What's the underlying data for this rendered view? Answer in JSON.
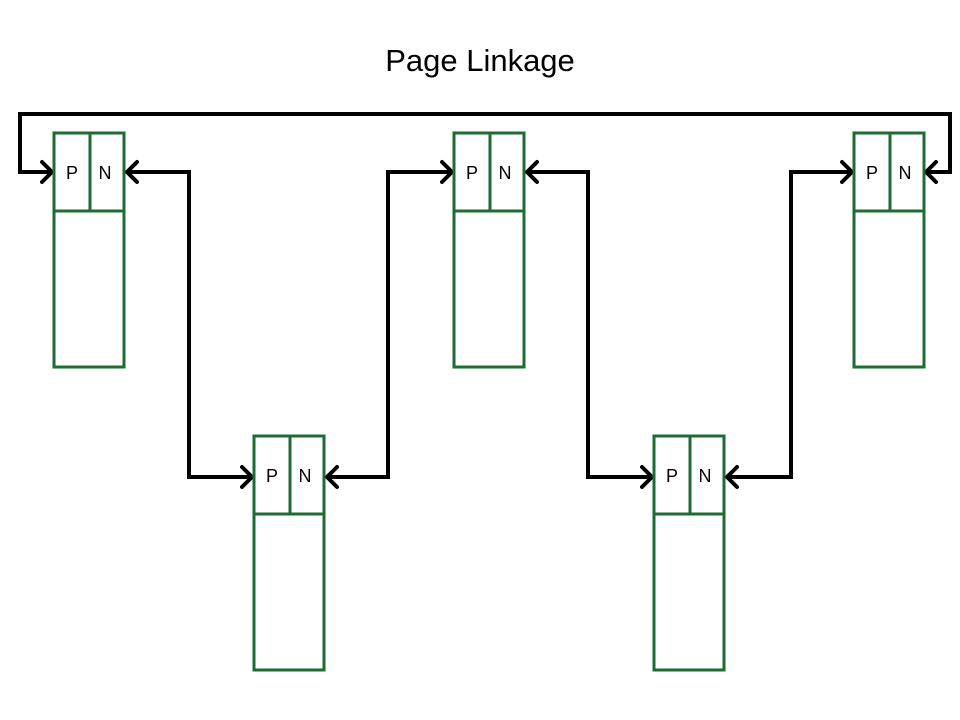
{
  "diagram": {
    "title": "Page Linkage",
    "page_count": 5,
    "pages": [
      {
        "prev_label": "P",
        "next_label": "N"
      },
      {
        "prev_label": "P",
        "next_label": "N"
      },
      {
        "prev_label": "P",
        "next_label": "N"
      },
      {
        "prev_label": "P",
        "next_label": "N"
      },
      {
        "prev_label": "P",
        "next_label": "N"
      }
    ]
  },
  "colors": {
    "page_border": "#1e6b34",
    "link": "#000000",
    "background": "#ffffff"
  }
}
